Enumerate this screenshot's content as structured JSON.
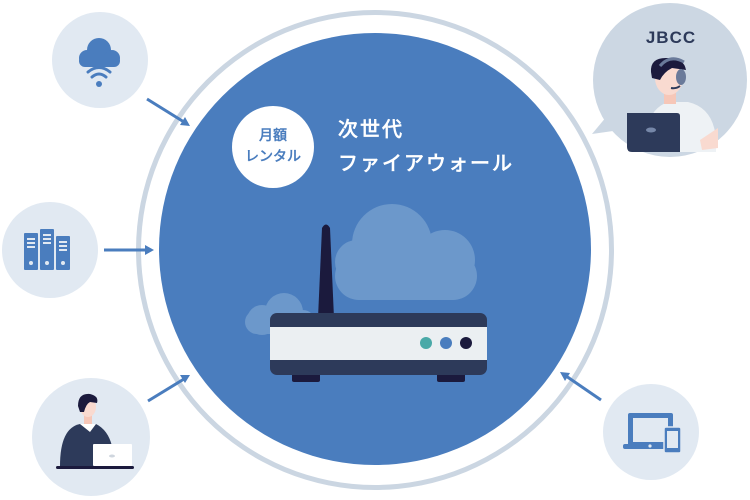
{
  "diagram": {
    "center": {
      "badge": {
        "line1": "月額",
        "line2": "レンタル"
      },
      "title": {
        "line1": "次世代",
        "line2": "ファイアウォール"
      },
      "illustration": "router-with-clouds-icon"
    },
    "nodes": [
      {
        "id": "cloud-wifi",
        "icon": "cloud-wifi-icon",
        "position": "top-left"
      },
      {
        "id": "servers",
        "icon": "server-rack-icon",
        "position": "middle-left"
      },
      {
        "id": "remote-worker",
        "icon": "person-laptop-icon",
        "position": "bottom-left"
      },
      {
        "id": "jbcc-support",
        "icon": "support-operator-headset-icon",
        "position": "top-right",
        "label": "JBCC"
      },
      {
        "id": "devices",
        "icon": "laptop-phone-icon",
        "position": "bottom-right"
      }
    ],
    "colors": {
      "core_blue": "#4a7dbe",
      "ring_gray": "#cbd6e2",
      "node_bg": "#e1e9f2",
      "jbcc_bubble": "#ccd7e3",
      "navy": "#2d3a5a",
      "dark_navy": "#1b1a3d",
      "led_teal": "#4aa9a8",
      "router_face": "#ebeff2",
      "cloud_light": "#6c98cb"
    }
  }
}
